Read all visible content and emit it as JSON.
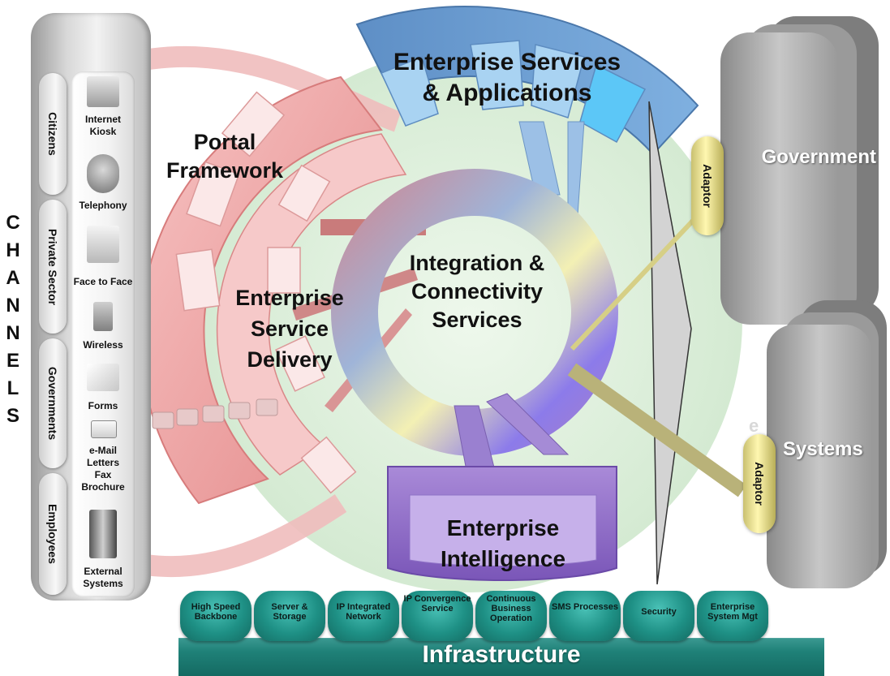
{
  "channels_title": "CHANNELS",
  "categories": [
    "Citizens",
    "Private Sector",
    "Governments",
    "Employees"
  ],
  "channel_items": [
    {
      "label": "Internet Kiosk",
      "icon": "kiosk-icon"
    },
    {
      "label": "Telephony",
      "icon": "telephone-icon"
    },
    {
      "label": "Face to Face",
      "icon": "people-icon"
    },
    {
      "label": "Wireless",
      "icon": "phone-icon"
    },
    {
      "label": "Forms",
      "icon": "forms-icon"
    },
    {
      "label": "e-Mail Letters Fax Brochure",
      "icon": "envelope-icon"
    },
    {
      "label": "External Systems",
      "icon": "server-icon"
    }
  ],
  "segments": {
    "portal": "Portal Framework",
    "enterprise_services": "Enterprise Services & Applications",
    "enterprise_delivery": "Enterprise Service Delivery",
    "integration": "Integration & Connectivity Services",
    "intelligence": "Enterprise Intelligence"
  },
  "systems": [
    {
      "label": "Government",
      "adaptor": "Adaptor"
    },
    {
      "label": "Systems",
      "adaptor": "Adaptor",
      "prefix": "e"
    }
  ],
  "infrastructure": {
    "title": "Infrastructure",
    "items": [
      "High Speed Backbone",
      "Server & Storage",
      "IP Integrated Network",
      "IP Convergence Service",
      "Continuous Business Operation",
      "SMS Processes",
      "Security",
      "Enterprise System Mgt"
    ]
  },
  "colors": {
    "portal": "#f0a6a6",
    "services": "#6f9fd3",
    "intelligence": "#9a79cc",
    "inner_circle": "#dcefd9",
    "infrastructure": "#1f8a80",
    "adaptor": "#f3eb9a"
  }
}
